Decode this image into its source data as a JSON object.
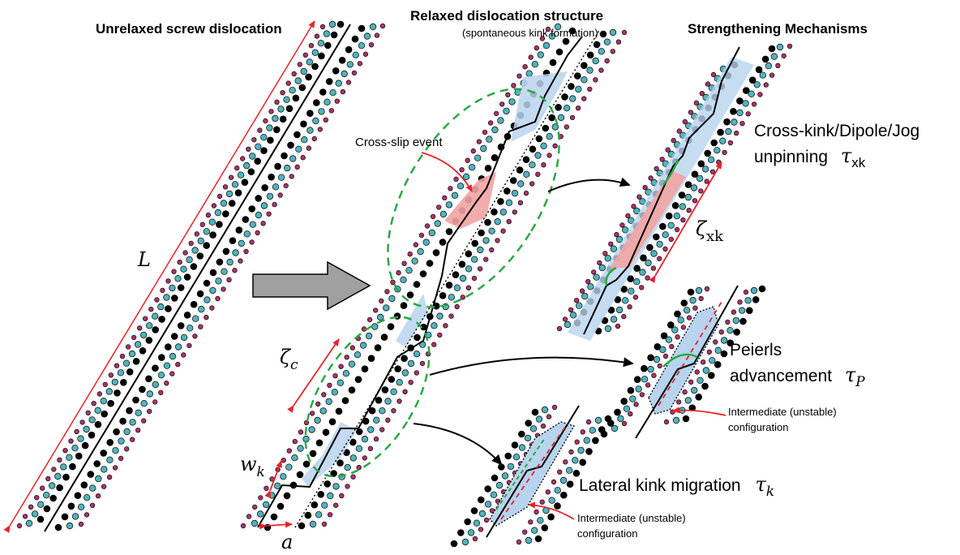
{
  "headings": {
    "unrelaxed": "Unrelaxed screw dislocation",
    "relaxed": "Relaxed dislocation structure",
    "relaxed_sub": "(spontaneous kink formation)",
    "mechanisms": "Strengthening Mechanisms"
  },
  "labels": {
    "cross_slip": "Cross-slip event",
    "cross_kink_line1": "Cross-kink/Dipole/Jog",
    "cross_kink_line2": "unpinning",
    "tau_xk_sym": "τ",
    "tau_xk_sub": "xk",
    "zeta_xk_sym": "ζ",
    "zeta_xk_sub": "xk",
    "peierls_line1": "Peierls",
    "peierls_line2": "advancement",
    "tau_p_sym": "τ",
    "tau_p_sub": "P",
    "intermediate_1_line1": "Intermediate (unstable)",
    "intermediate_1_line2": "configuration",
    "lateral": "Lateral kink migration",
    "tau_k_sym": "τ",
    "tau_k_sub": "k",
    "intermediate_2_line1": "Intermediate (unstable)",
    "intermediate_2_line2": "configuration",
    "L": "L",
    "zeta_c_sym": "ζ",
    "zeta_c_sub": "c",
    "w_k_sym": "w",
    "w_k_sub": "k",
    "a": "a"
  },
  "colors": {
    "atom_black": "#000000",
    "atom_cyan": "#4fb3bf",
    "atom_magenta": "#b0306a",
    "arrow_red": "#e8232a",
    "ellipse_green": "#2aa844",
    "kink_blue": "#b8d3ee",
    "cross_slip_red": "#f2a3a3",
    "big_arrow_gray": "#a0a0a0"
  }
}
